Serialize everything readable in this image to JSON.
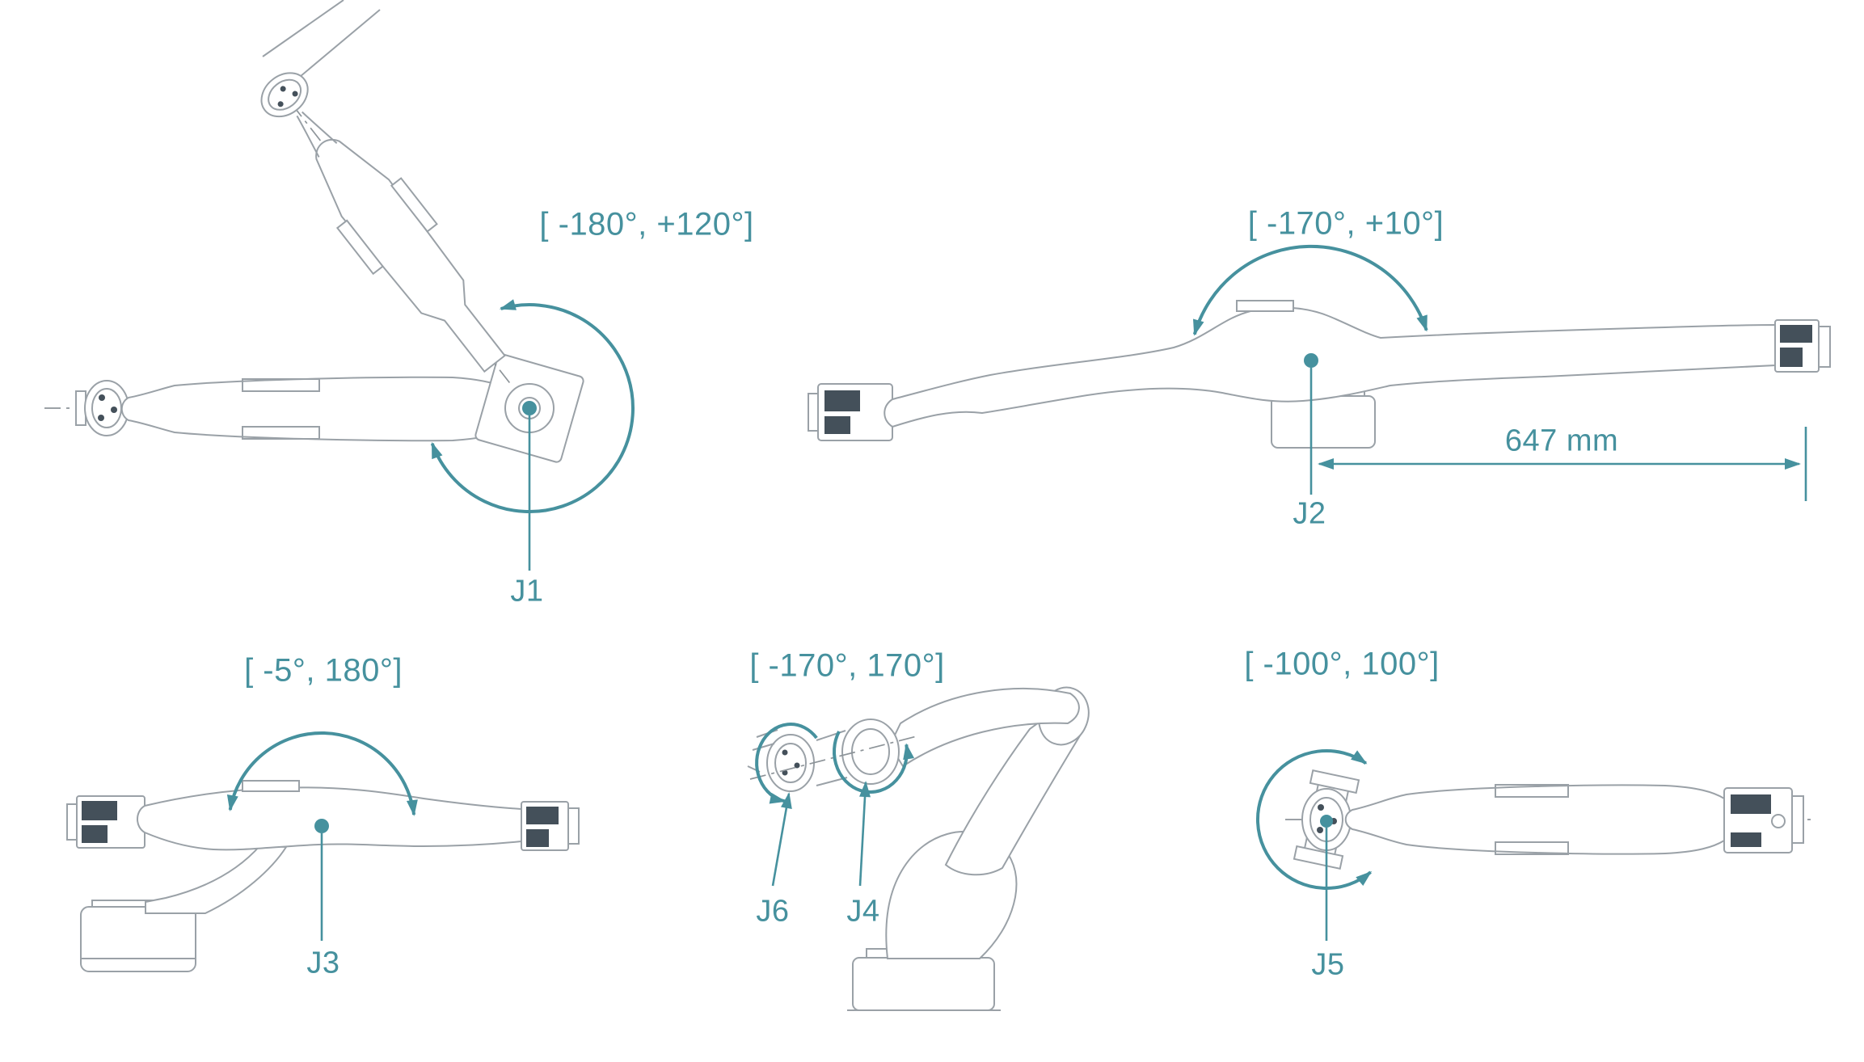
{
  "colors": {
    "accent": "#46919e",
    "linework": "#9aa1a7",
    "dark_detail": "#44505a",
    "background": "#ffffff"
  },
  "views": {
    "j1": {
      "joint_label": "J1",
      "range_label": "[ -180°, +120°]"
    },
    "j2": {
      "joint_label": "J2",
      "range_label": "[ -170°, +10°]",
      "dimension_label": "647 mm"
    },
    "j3": {
      "joint_label": "J3",
      "range_label": "[ -5°, 180°]"
    },
    "j4_j6": {
      "range_label": "[ -170°, 170°]",
      "left_joint_label": "J6",
      "right_joint_label": "J4"
    },
    "j5": {
      "joint_label": "J5",
      "range_label": "[ -100°, 100°]"
    }
  }
}
